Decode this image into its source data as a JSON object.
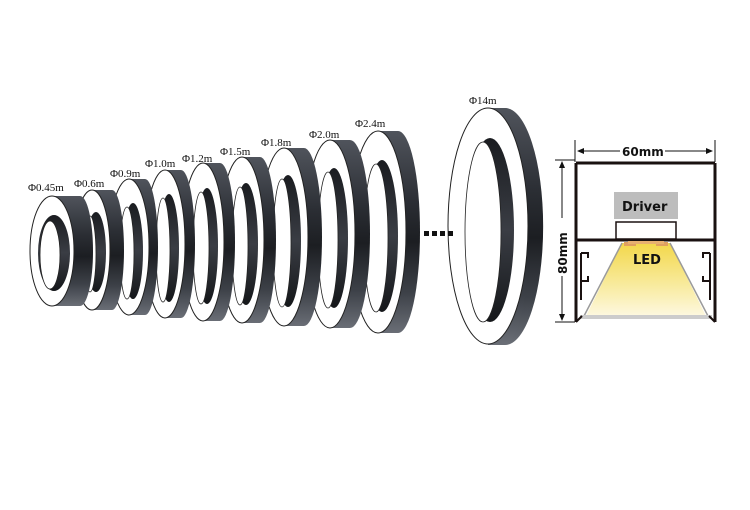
{
  "rings": [
    {
      "label": "Φ0.45m"
    },
    {
      "label": "Φ0.6m"
    },
    {
      "label": "Φ0.9m"
    },
    {
      "label": "Φ1.0m"
    },
    {
      "label": "Φ1.2m"
    },
    {
      "label": "Φ1.5m"
    },
    {
      "label": "Φ1.8m"
    },
    {
      "label": "Φ2.0m"
    },
    {
      "label": "Φ2.4m"
    },
    {
      "label": "Φ14m"
    }
  ],
  "ellipsis": "...",
  "profile": {
    "width_label": "60mm",
    "height_label": "80mm",
    "driver_label": "Driver",
    "led_label": "LED"
  },
  "colors": {
    "ring_dark": "#2a2d33",
    "ring_mid": "#5a5e66",
    "ring_face": "#ffffff",
    "profile_line": "#1a1110",
    "driver_box": "#bdbdbd",
    "led_glow": "#f6e27a",
    "led_chip": "#e0a060"
  }
}
